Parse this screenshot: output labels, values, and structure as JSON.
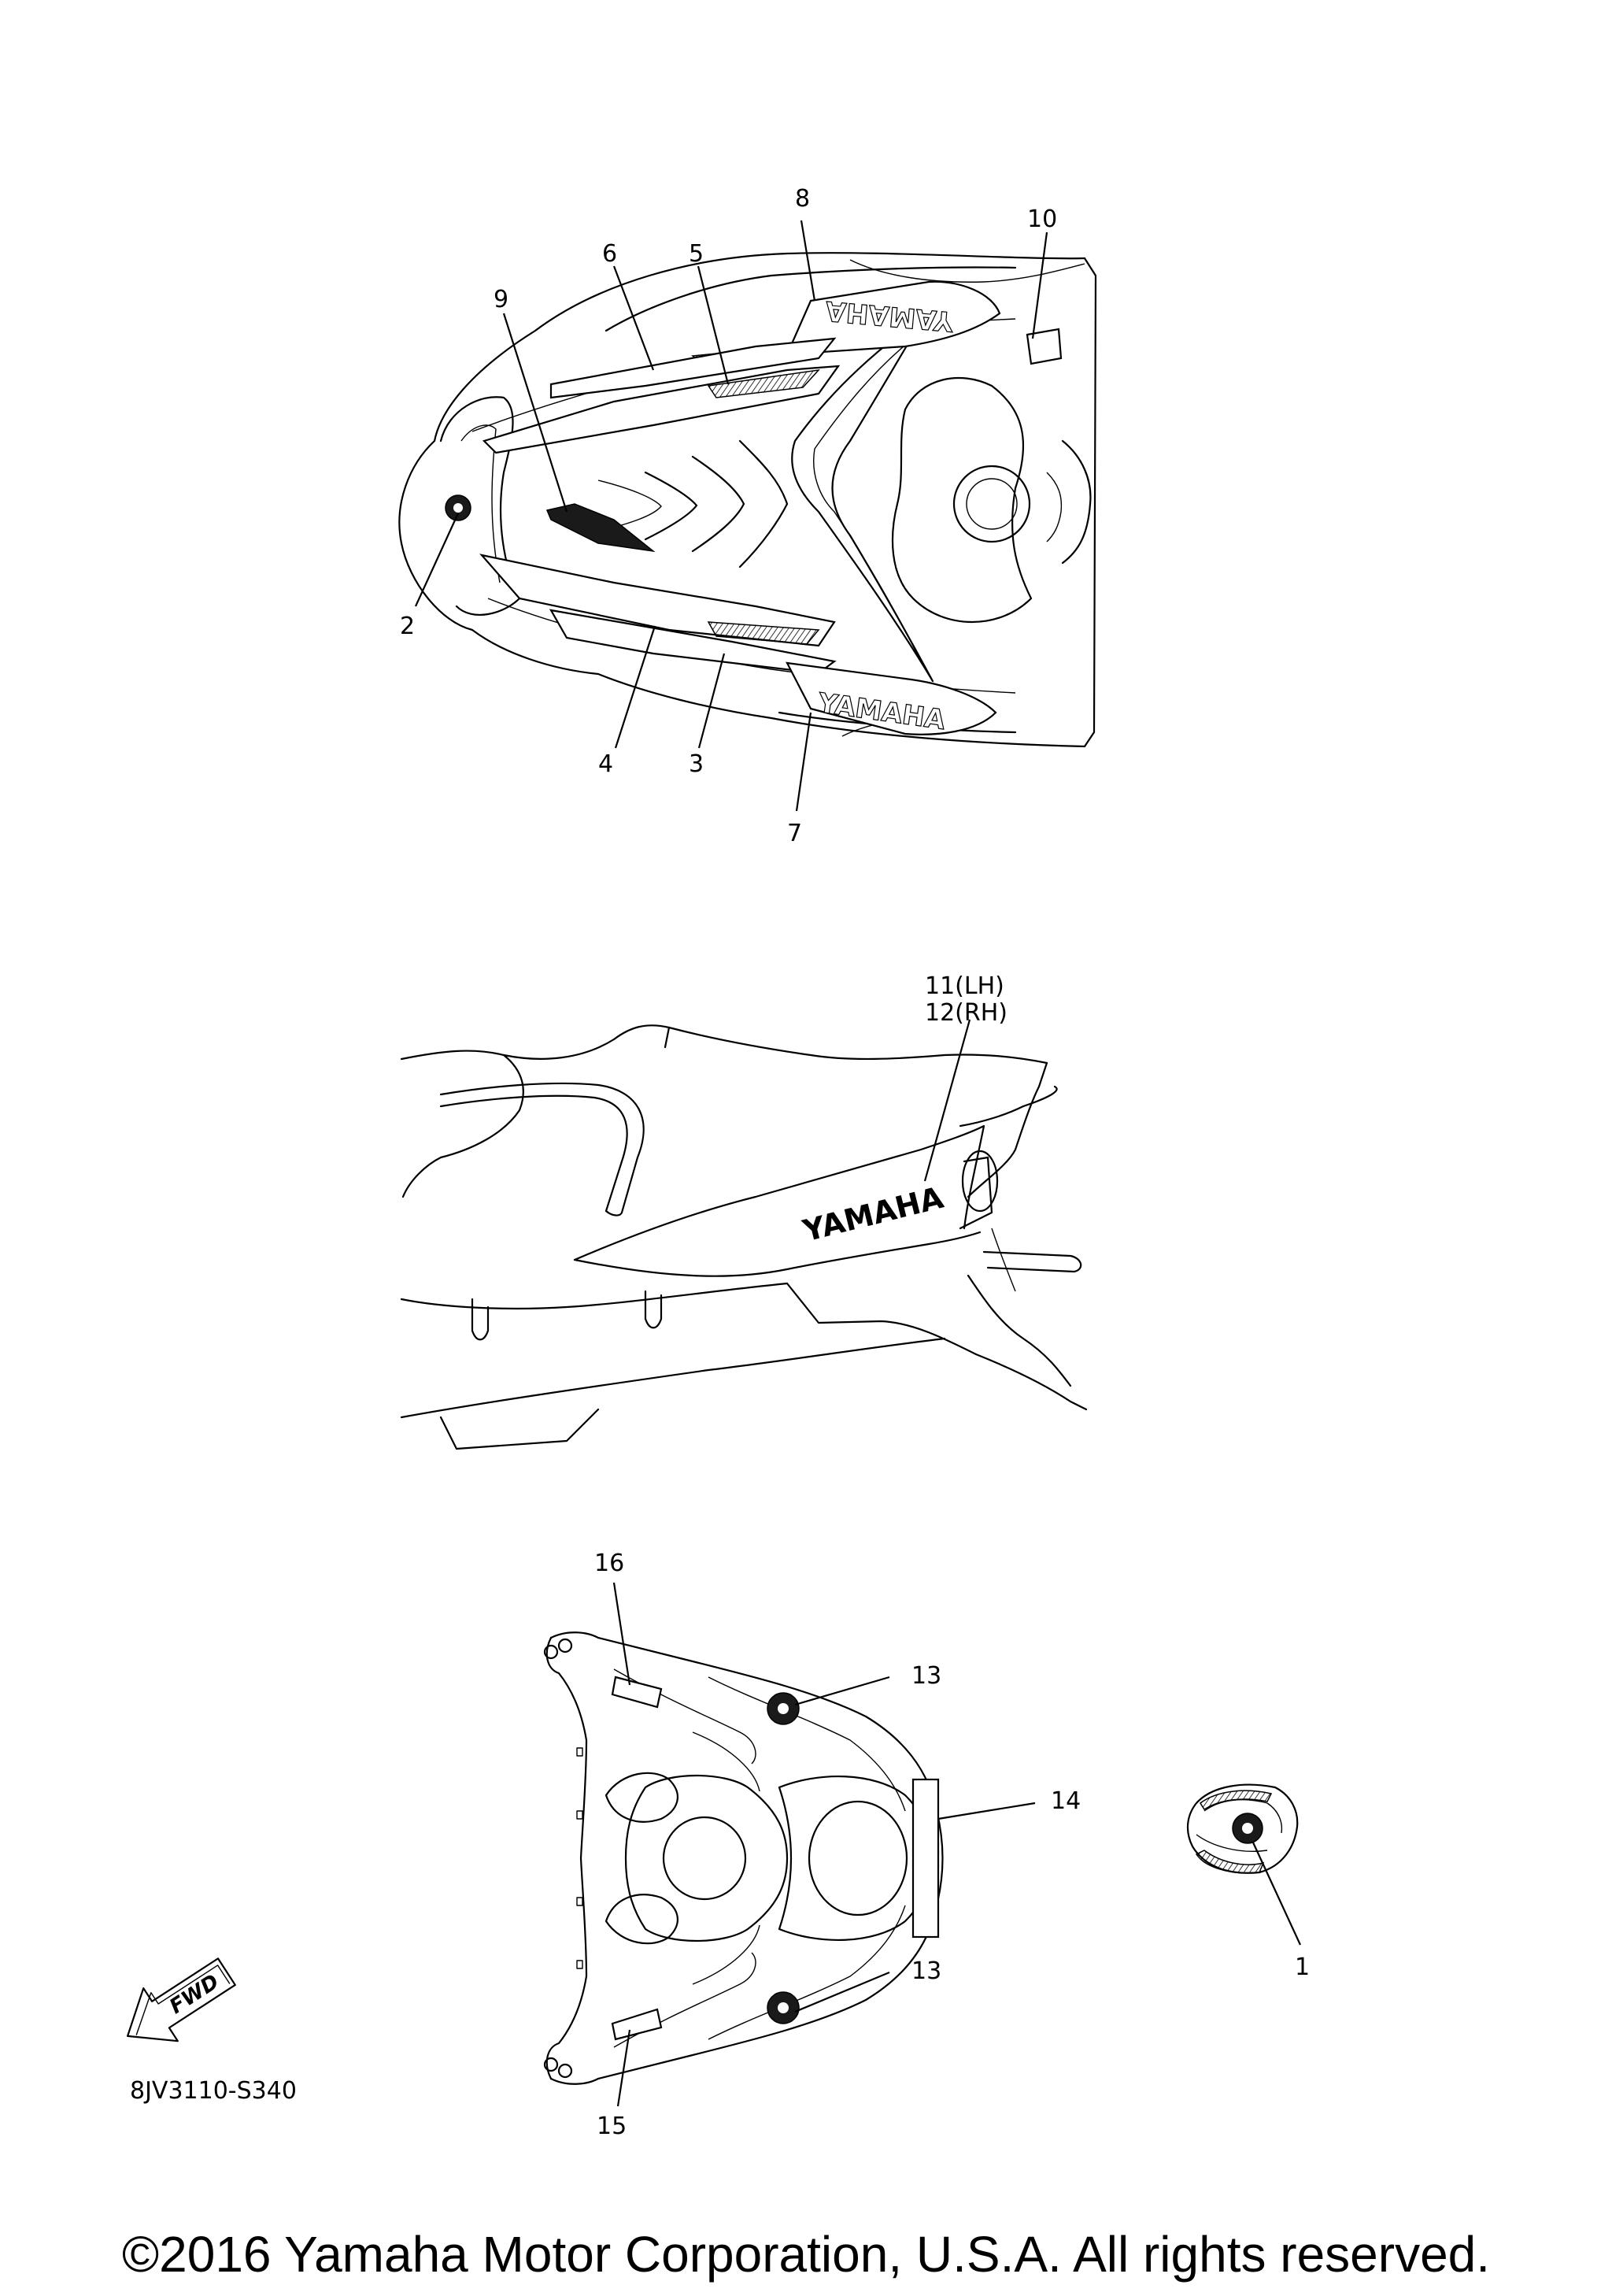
{
  "callouts": {
    "c1": "1",
    "c2": "2",
    "c3": "3",
    "c4": "4",
    "c5": "5",
    "c6": "6",
    "c7": "7",
    "c8": "8",
    "c9": "9",
    "c10": "10",
    "c11": "11(LH)",
    "c12": "12(RH)",
    "c13a": "13",
    "c13b": "13",
    "c14": "14",
    "c15": "15",
    "c16": "16"
  },
  "decal_texts": {
    "yamaha_upper": "YAMAHA",
    "yamaha_lower": "YAMAHA",
    "yamaha_side": "YAMAHA"
  },
  "fwd_label": "FWD",
  "drawing_code": "8JV3110-S340",
  "copyright": "©2016 Yamaha Motor Corporation, U.S.A. All rights reserved."
}
